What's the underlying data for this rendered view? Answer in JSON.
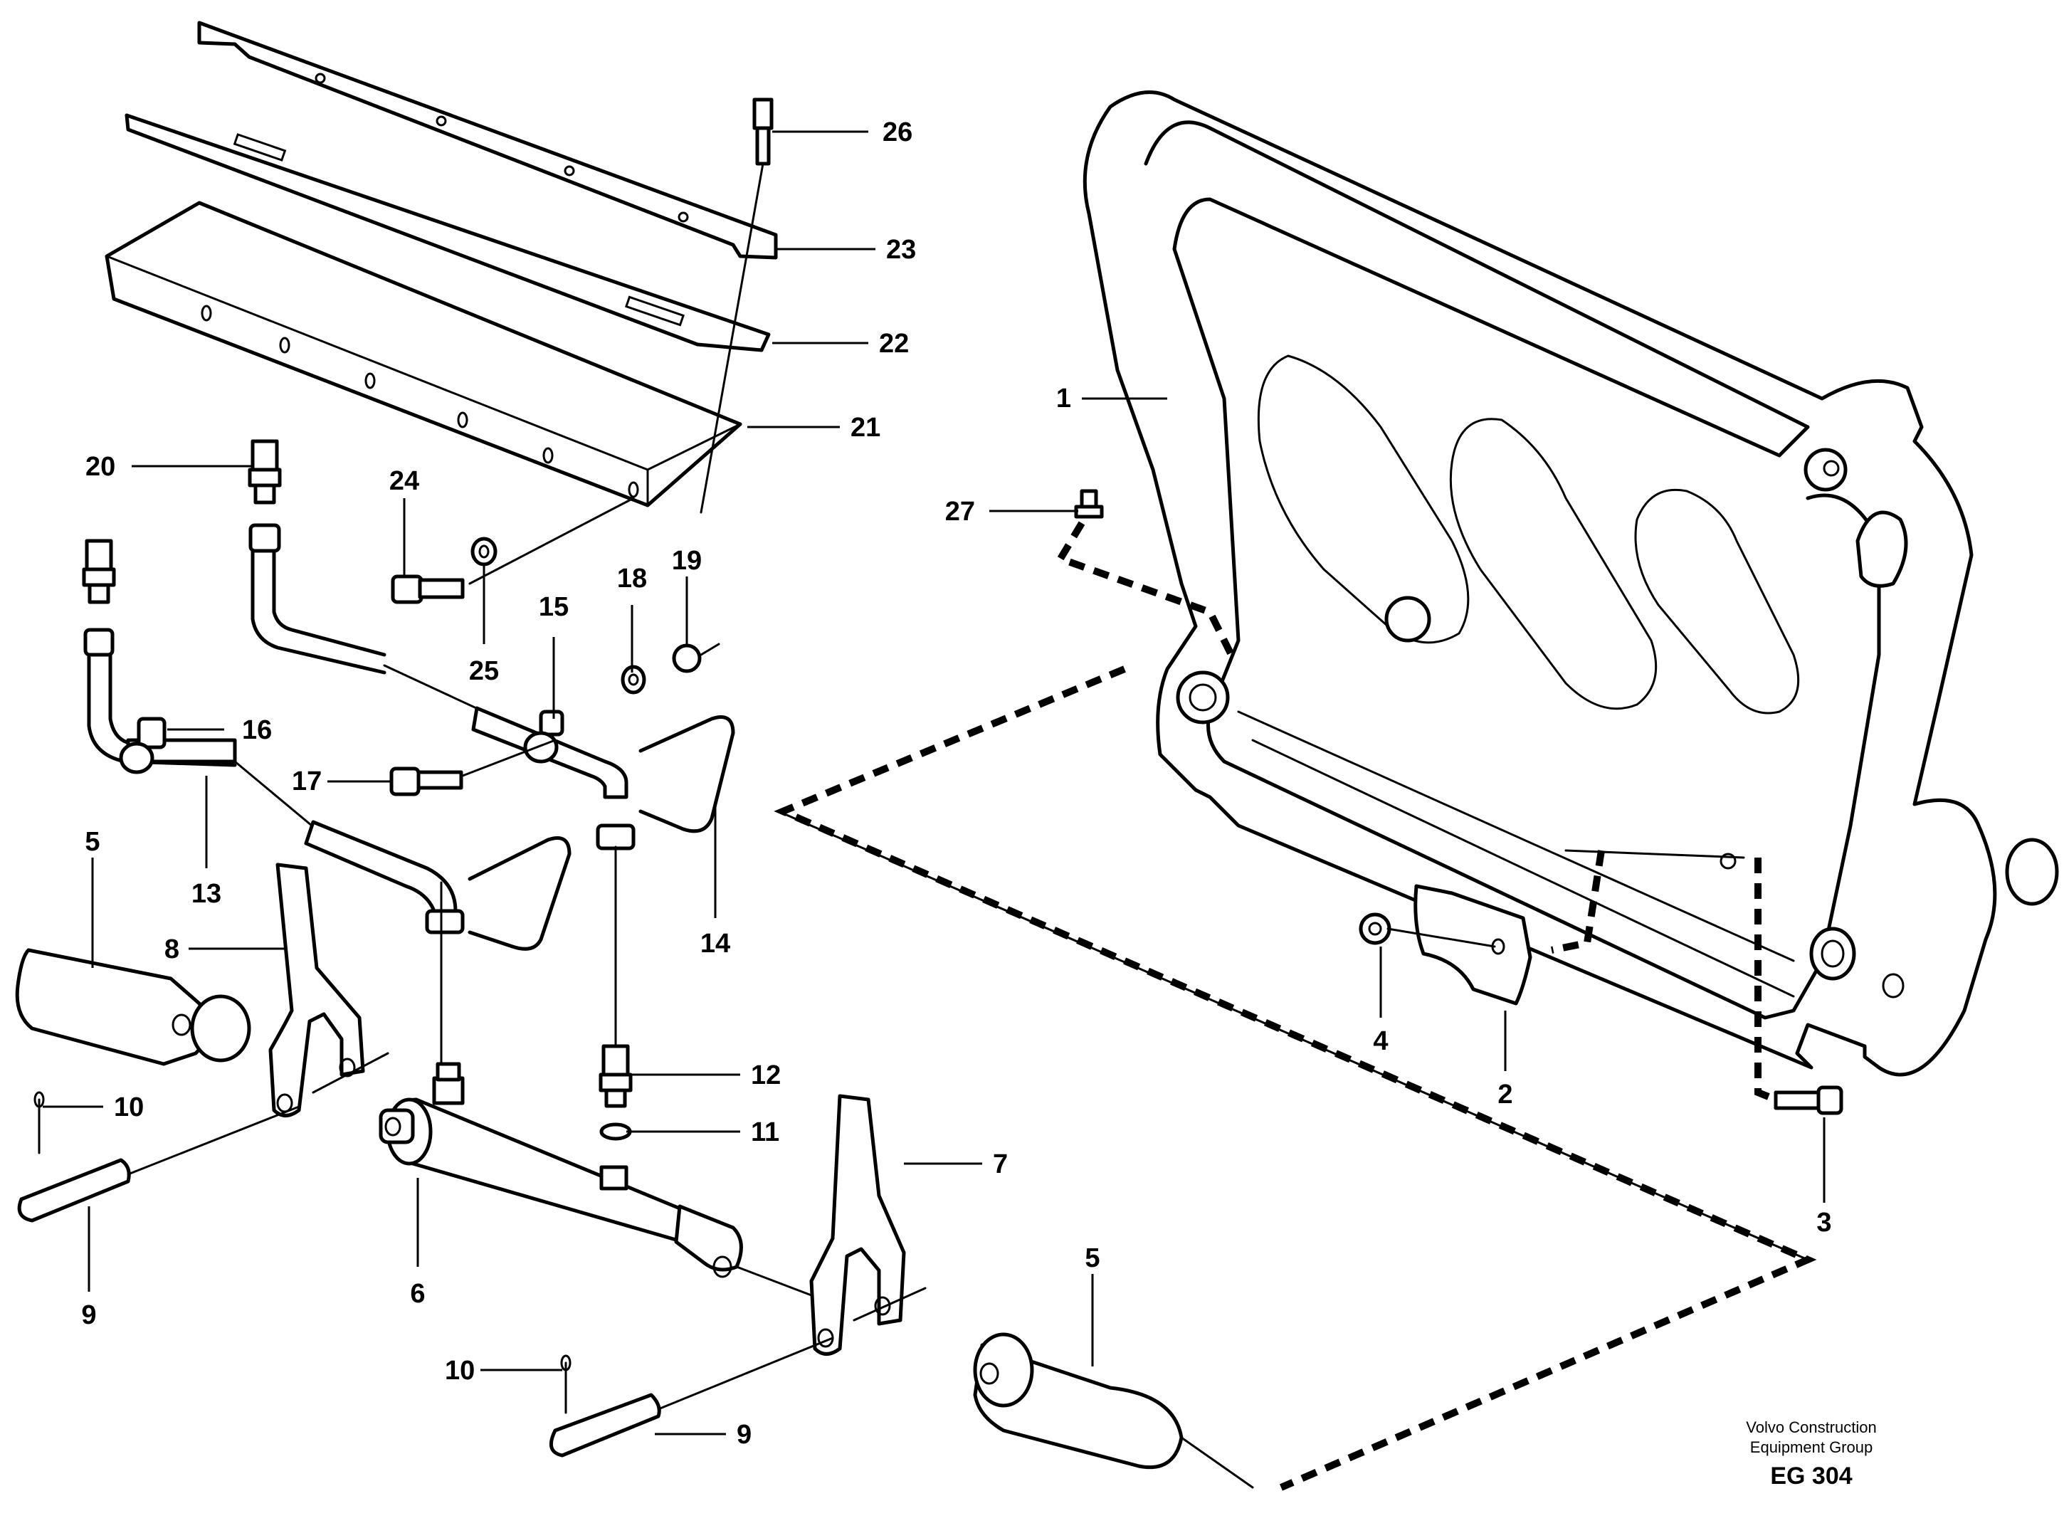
{
  "callouts": {
    "c1": "1",
    "c2": "2",
    "c3": "3",
    "c4": "4",
    "c5a": "5",
    "c5b": "5",
    "c6": "6",
    "c7": "7",
    "c8": "8",
    "c9a": "9",
    "c9b": "9",
    "c10a": "10",
    "c10b": "10",
    "c11": "11",
    "c12": "12",
    "c13": "13",
    "c14": "14",
    "c15": "15",
    "c16": "16",
    "c17": "17",
    "c18": "18",
    "c19": "19",
    "c20": "20",
    "c21": "21",
    "c22": "22",
    "c23": "23",
    "c24": "24",
    "c25": "25",
    "c26": "26",
    "c27": "27"
  },
  "footer": {
    "line1": "Volvo Construction",
    "line2": "Equipment Group",
    "reference": "EG 304"
  }
}
